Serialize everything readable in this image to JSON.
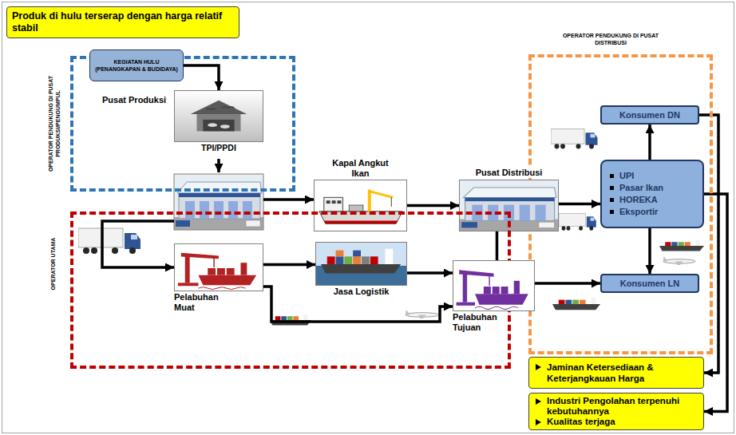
{
  "diagram": {
    "nodes": [
      {
        "text": [
          "Produk di hulu terserap dengan harga relatif stabil"
        ]
      },
      {
        "text": [
          "OPERATOR PENDUKUNG DI PUSAT PRODUKSI/PENGUMPUL"
        ]
      },
      {
        "text": [
          "KEGIATAN HULU (PENANGKAPAN & BUDIDAYA)"
        ],
        "in": 1
      },
      {
        "text": [
          "TPI/PPDI"
        ],
        "in": 1
      },
      {
        "text": [
          "OPERATOR PENDUKUNG DI PUSAT DISTRIBUSI"
        ]
      },
      {
        "text": [
          "Konsumen DN"
        ],
        "in": 4
      },
      {
        "text": [
          "Kapal Angkut Ikan"
        ]
      },
      {
        "text": [
          "Pusat Distribusi"
        ]
      },
      {
        "text": [
          "UPI",
          "Pasar Ikan",
          "HOREKA",
          "Eksportir"
        ],
        "in": 4
      },
      {
        "text": [
          "OPERATOR UTAMA"
        ]
      },
      {
        "text": [
          "Pelabuhan Muat"
        ],
        "in": 9
      },
      {
        "text": [
          "Jasa Logistik"
        ],
        "in": 9
      },
      {
        "text": [
          "Konsumen LN"
        ],
        "in": 4
      },
      {
        "text": [
          "Pelabuhan Tujuan"
        ]
      },
      {
        "text": [
          "Jaminan Ketersediaan & Keterjangkauan Harga"
        ]
      },
      {
        "text": [
          "Industri Pengolahan terpenuhi kebutuhannya",
          "Kualitas terjaga"
        ]
      }
    ],
    "edges": [
      {
        "from": 2,
        "to": 3,
        "arrow": "to"
      },
      {
        "from": 6,
        "to": 7,
        "arrow": "to"
      },
      {
        "from": 7,
        "to": 8,
        "arrow": "to"
      },
      {
        "from": 8,
        "to": 5,
        "arrow": "to"
      },
      {
        "from": 8,
        "to": 12,
        "arrow": "to"
      },
      {
        "from": 10,
        "to": 11,
        "arrow": "to"
      },
      {
        "from": 11,
        "to": 13,
        "arrow": "to"
      },
      {
        "from": 13,
        "to": 12,
        "arrow": "to"
      },
      {
        "from": 13,
        "to": 7,
        "arrow": "none"
      },
      {
        "from": 10,
        "to": 13,
        "arrow": "to"
      },
      {
        "from": 5,
        "to": 14,
        "arrow": "to"
      },
      {
        "from": 8,
        "to": 15,
        "arrow": "to"
      }
    ],
    "labels": [
      "Pusat Produksi"
    ]
  }
}
